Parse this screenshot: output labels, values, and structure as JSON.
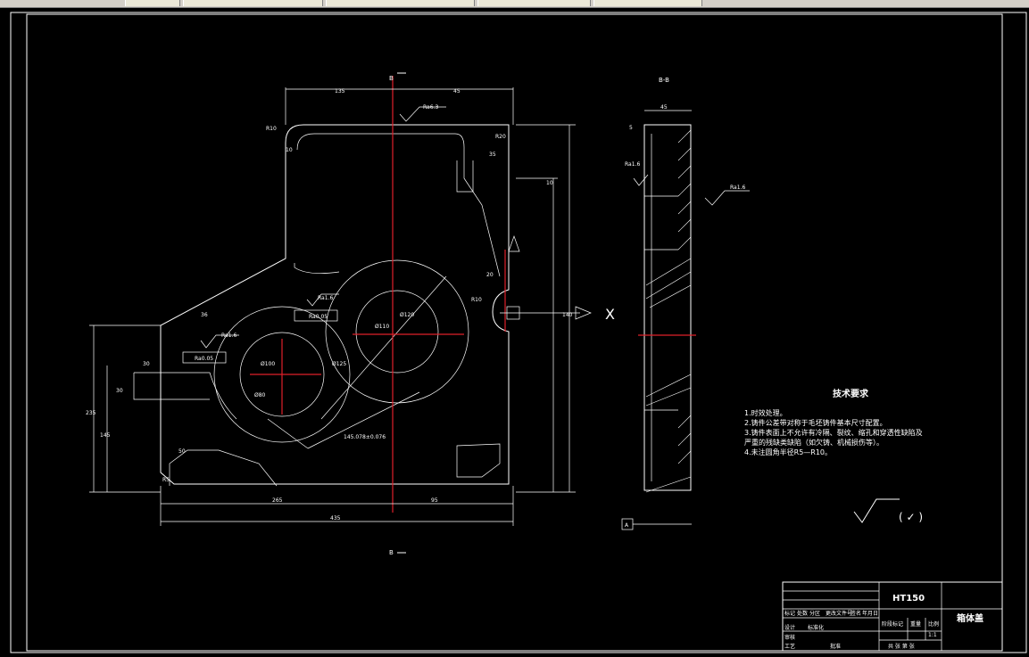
{
  "section_labels": {
    "top": "B",
    "bottom": "B",
    "view": "B-B"
  },
  "dims_main": [
    "135",
    "R10",
    "45",
    "10",
    "140",
    "20",
    "30",
    "R10",
    "R20",
    "36",
    "235",
    "145",
    "30",
    "10",
    "35",
    "50",
    "R5",
    "265",
    "95",
    "435",
    "Ra1.6",
    "Ra6.3",
    "Ra1.6",
    "Ø100",
    "Ø80",
    "Ø120",
    "Ø110",
    "Ø125",
    "145.078±0.076",
    "Ra0.05",
    "Ra0.05"
  ],
  "dims_section": [
    "45",
    "5",
    "Ra1.6",
    "Ra1.6"
  ],
  "x_marker": "X",
  "datum": "A",
  "tech": {
    "title": "技术要求",
    "lines": [
      "1.时效处理。",
      "2.铸件公差带对称于毛坯铸件基本尺寸配置。",
      "3.铸件表面上不允许有冷隔、裂纹、缩孔和穿透性缺陷及",
      "严重的残缺类缺陷（如欠铸、机械损伤等）。",
      "4.未注圆角半径R5—R10。"
    ]
  },
  "roughness_symbol": "( ✓ )",
  "title_block": {
    "material": "HT150",
    "part_name": "箱体盖",
    "scale": "1:1",
    "scale_label": "比例",
    "weight_label": "重量",
    "stage_label": "阶段标记",
    "sheets_label": "共 张  第 张",
    "designer_label": "设计",
    "std_label": "标准化",
    "process_label": "工艺",
    "approve_label": "批准",
    "review_label": "审核",
    "header_labels": [
      "标记",
      "处数",
      "分区",
      "更改文件号",
      "签名",
      "年月日"
    ]
  }
}
